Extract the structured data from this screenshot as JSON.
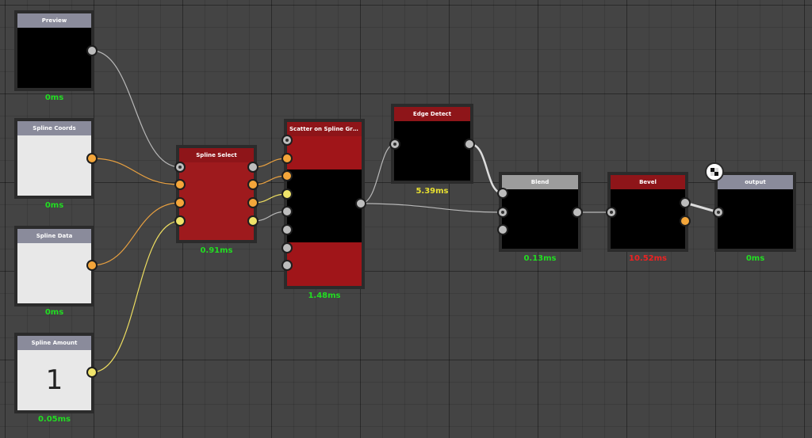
{
  "colors": {
    "ok": "#22dd22",
    "warn": "#e8e030",
    "slow": "#ee2222",
    "socket_grey": "#bdbdbd",
    "socket_orange": "#f4a63a",
    "socket_yellow": "#f0e46a"
  },
  "nodes": {
    "preview": {
      "title": "Preview",
      "timing": "0ms"
    },
    "spline_coords": {
      "title": "Spline Coords",
      "timing": "0ms"
    },
    "spline_data": {
      "title": "Spline Data",
      "timing": "0ms"
    },
    "spline_amount": {
      "title": "Spline Amount",
      "timing": "0.05ms",
      "value": "1"
    },
    "spline_select": {
      "title": "Spline Select",
      "timing": "0.91ms"
    },
    "scatter": {
      "title": "Scatter on Spline Graysc...",
      "timing": "1.48ms"
    },
    "edge_detect": {
      "title": "Edge Detect",
      "timing": "5.39ms"
    },
    "blend": {
      "title": "Blend",
      "timing": "0.13ms"
    },
    "bevel": {
      "title": "Bevel",
      "timing": "10.52ms"
    },
    "output": {
      "title": "output",
      "timing": "0ms"
    }
  },
  "output_badge_icon": "checker-icon"
}
